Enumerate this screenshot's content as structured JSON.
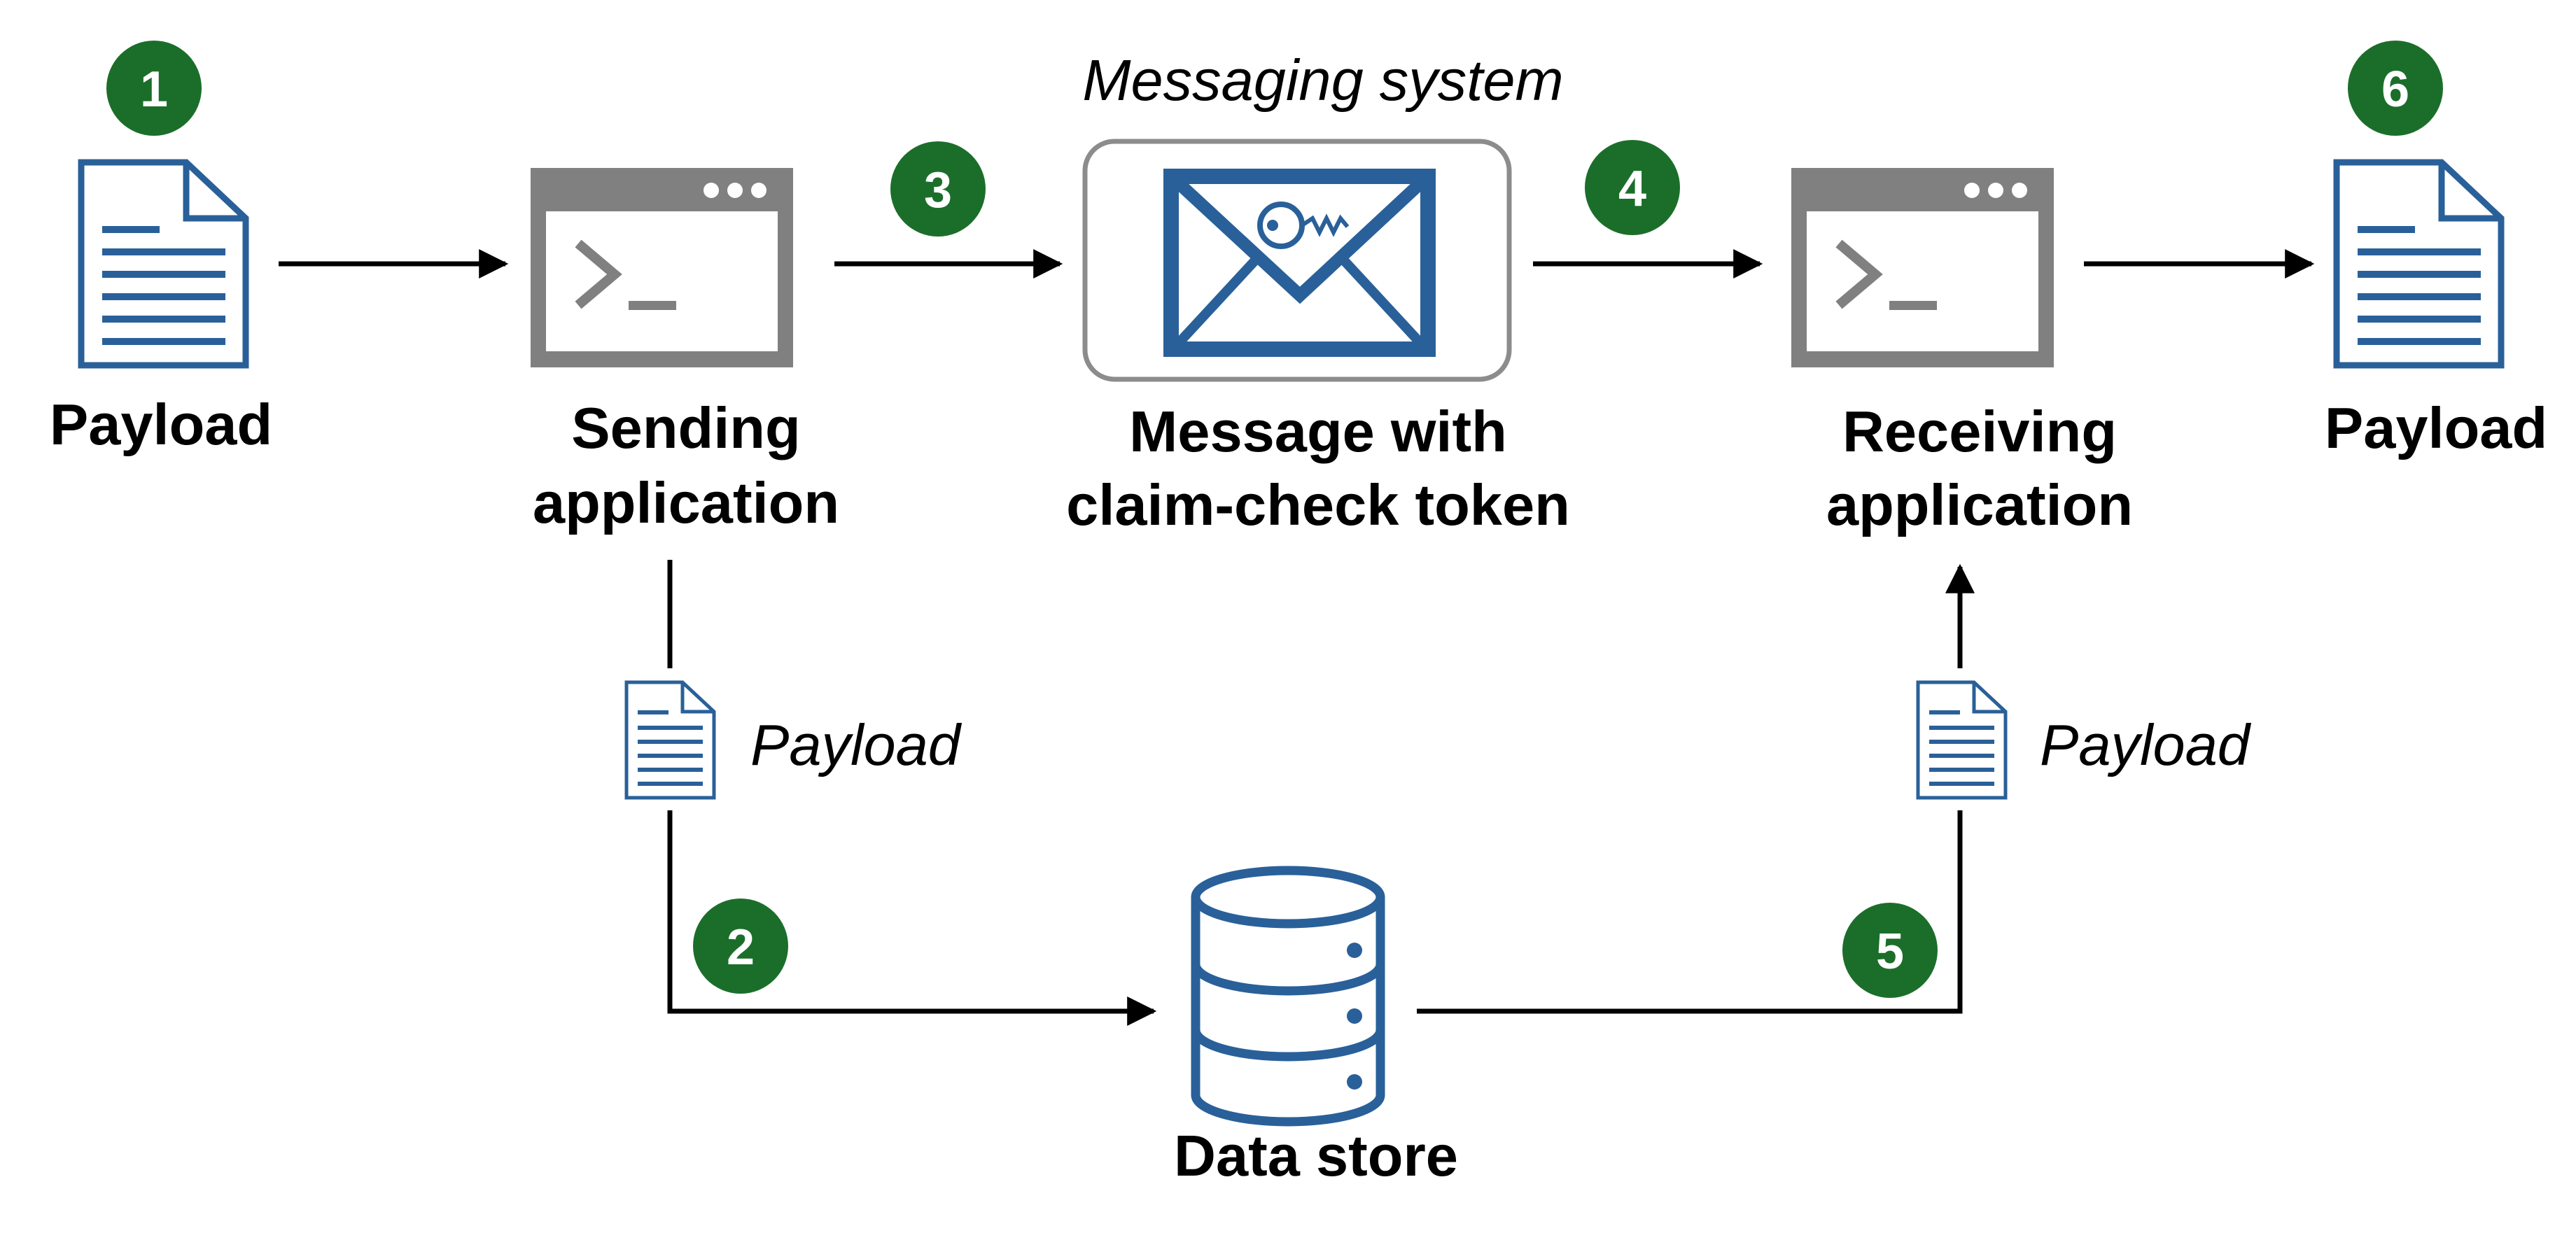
{
  "colors": {
    "badge": "#1b6e2a",
    "doc_blue": "#2a6099",
    "window_gray": "#808080",
    "box_gray": "#8c8c8c",
    "arrow": "#000000"
  },
  "icons": {
    "document": "document-icon",
    "terminal": "terminal-window-icon",
    "envelope": "envelope-with-key-icon",
    "database": "database-icon"
  },
  "steps": [
    "1",
    "2",
    "3",
    "4",
    "5",
    "6"
  ],
  "labels": {
    "messaging_system": "Messaging system",
    "payload_source": "Payload",
    "sending_line1": "Sending",
    "sending_line2": "application",
    "message_line1": "Message with",
    "message_line2": "claim-check token",
    "receiving_line1": "Receiving",
    "receiving_line2": "application",
    "payload_target": "Payload",
    "payload_store_in": "Payload",
    "payload_store_out": "Payload",
    "data_store": "Data store"
  }
}
